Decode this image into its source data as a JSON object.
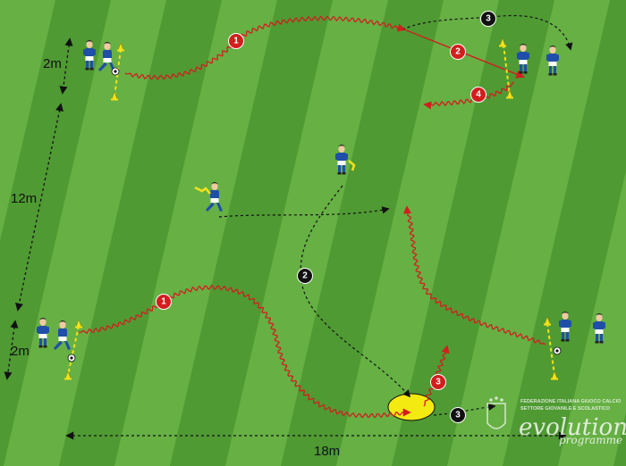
{
  "dimensions": {
    "width_label": "18m",
    "length_label": "12m",
    "gap_top_label": "2m",
    "gap_bottom_label": "2m"
  },
  "sequence_numbers": {
    "top_run_1": "1",
    "top_pass_2": "2",
    "top_run_3": "3",
    "top_run_4": "4",
    "bottom_run_1": "1",
    "center_run_2": "2",
    "bottom_run_3": "3",
    "bottom_pass_3": "3"
  },
  "watermark": {
    "federation_line1": "FEDERAZIONE ITALIANA GIUOCO CALCIO",
    "federation_line2": "SETTORE GIOVANILE E SCOLASTICO",
    "brand": "evolution",
    "brand_sub": "programme"
  },
  "colors": {
    "grass_light": "#66b044",
    "grass_dark": "#4f9a33",
    "jersey": "#1f4fa8",
    "run_red": "#d21e1e",
    "path_black": "#111111",
    "cone_yellow": "#f2e21a",
    "target_zone": "#f3ea12"
  }
}
